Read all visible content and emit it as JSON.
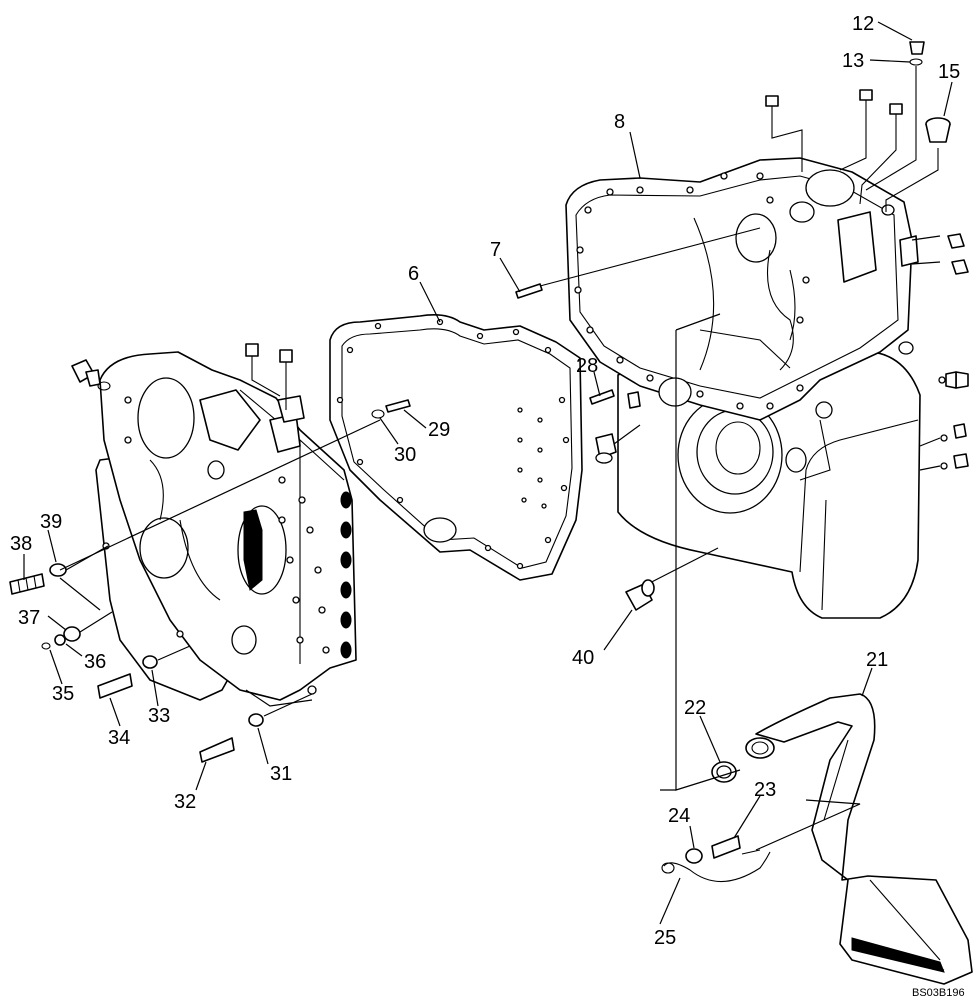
{
  "drawing_ref": "BS03B196",
  "callouts": [
    "6",
    "7",
    "8",
    "12",
    "13",
    "15",
    "21",
    "22",
    "23",
    "24",
    "25",
    "28",
    "29",
    "30",
    "31",
    "32",
    "33",
    "34",
    "35",
    "36",
    "37",
    "38",
    "39",
    "40"
  ]
}
